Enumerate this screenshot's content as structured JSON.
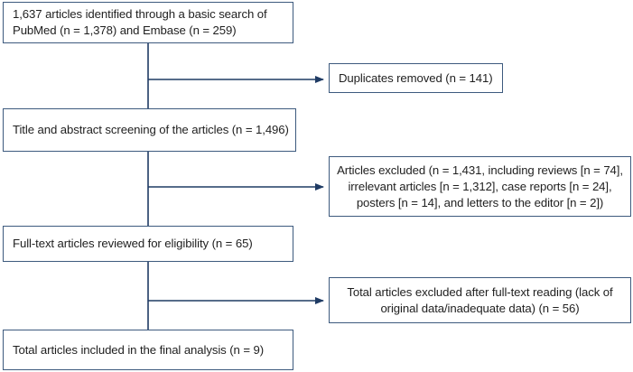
{
  "flow": {
    "identified": "1,637 articles identified through a basic search of\nPubMed (n = 1,378) and Embase (n = 259)",
    "duplicates": "Duplicates removed (n = 141)",
    "screening": "Title and abstract screening of the articles (n = 1,496)",
    "excluded_screening": "Articles excluded (n = 1,431, including reviews [n = 74],\nirrelevant articles [n = 1,312], case reports [n = 24],\nposters [n = 14], and letters to the editor [n = 2])",
    "fulltext": "Full-text articles reviewed for eligibility (n = 65)",
    "excluded_fulltext": "Total articles excluded after full-text reading (lack of\noriginal data/inadequate data) (n = 56)",
    "included": "Total articles included in the final analysis (n = 9)"
  },
  "colors": {
    "border": "#3d5a7e",
    "arrow": "#1f3b64"
  }
}
